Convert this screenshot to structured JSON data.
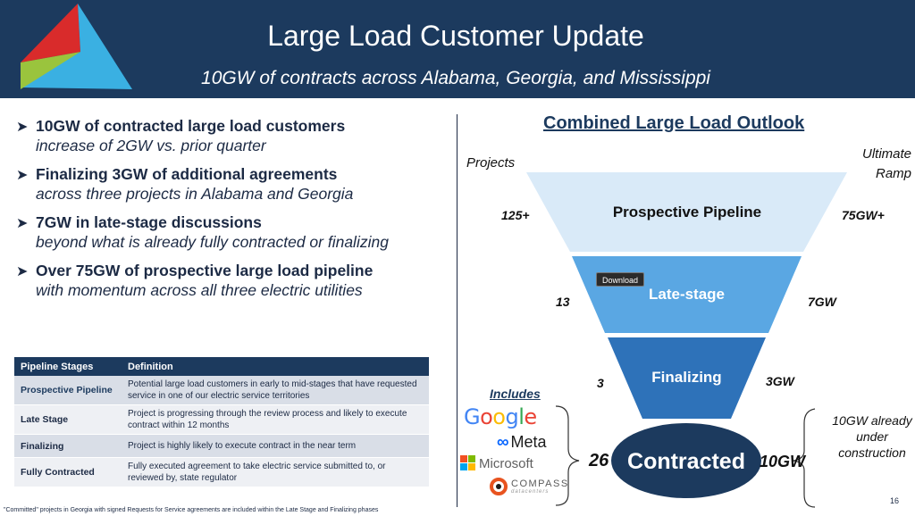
{
  "header": {
    "title": "Large Load Customer Update",
    "subtitle": "10GW of contracts across Alabama, Georgia, and Mississippi",
    "logo_colors": [
      "#d92b2b",
      "#3ab0e2",
      "#9ac43d"
    ]
  },
  "bullets": [
    {
      "head": "10GW of contracted large load customers",
      "sub": "increase of 2GW vs. prior quarter"
    },
    {
      "head": "Finalizing 3GW of additional agreements",
      "sub": "across three projects in Alabama and Georgia"
    },
    {
      "head": "7GW in late-stage discussions",
      "sub": "beyond what is already fully contracted or finalizing"
    },
    {
      "head": "Over 75GW of prospective large load pipeline",
      "sub": "with momentum across all three electric utilities"
    }
  ],
  "table": {
    "headers": [
      "Pipeline Stages",
      "Definition"
    ],
    "rows": [
      {
        "stage": "Prospective Pipeline",
        "definition": "Potential large load customers in early to mid-stages that have requested service in one of our electric service territories"
      },
      {
        "stage": "Late Stage",
        "definition": "Project is progressing through the review process and likely to execute contract within 12 months"
      },
      {
        "stage": "Finalizing",
        "definition": "Project is highly likely to execute contract in the near term"
      },
      {
        "stage": "Fully Contracted",
        "definition": "Fully executed agreement to take electric service submitted to, or reviewed by, state regulator"
      }
    ]
  },
  "footnote": "\"Committed\" projects in Georgia with signed Requests for Service agreements are included within the Late Stage and Finalizing phases",
  "page_number": "16",
  "outlook": {
    "title": "Combined Large Load Outlook",
    "projects_label": "Projects",
    "ramp_label": "Ultimate Ramp",
    "tiers": [
      {
        "label": "Prospective Pipeline",
        "projects": "125+",
        "ramp": "75GW+",
        "color": "#d9eaf8"
      },
      {
        "label": "Late-stage",
        "projects": "13",
        "ramp": "7GW",
        "color": "#5aa7e3"
      },
      {
        "label": "Finalizing",
        "projects": "3",
        "ramp": "3GW",
        "color": "#2e72b9"
      },
      {
        "label": "Contracted",
        "projects": "26",
        "ramp": "10GW",
        "color": "#1c3a5e"
      }
    ],
    "download_label": "Download",
    "includes_label": "Includes",
    "brands": {
      "meta": "Meta",
      "microsoft": "Microsoft",
      "compass": "COMPASS",
      "compass_tag": "datacenters"
    },
    "construction_note": "10GW already under construction"
  }
}
